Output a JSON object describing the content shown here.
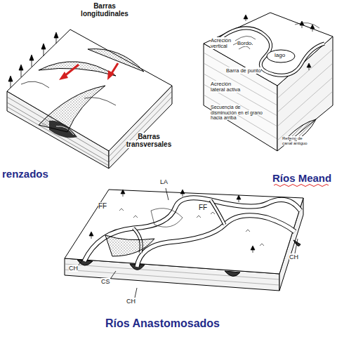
{
  "diagram": {
    "labels": [
      "Barras longitudinales",
      "Barras transversales",
      "renzados",
      "Acreción vertical",
      "Bordo",
      "Barra de punto",
      "lago",
      "Acreción lateral activa",
      "Secuencia de disminución en el grano hacia arriba",
      "Relleno de canal antiguo",
      "Ríos Meand",
      "LA",
      "FF",
      "FF",
      "CH",
      "CS",
      "CH",
      "CH",
      "Ríos Anastomosados"
    ]
  }
}
